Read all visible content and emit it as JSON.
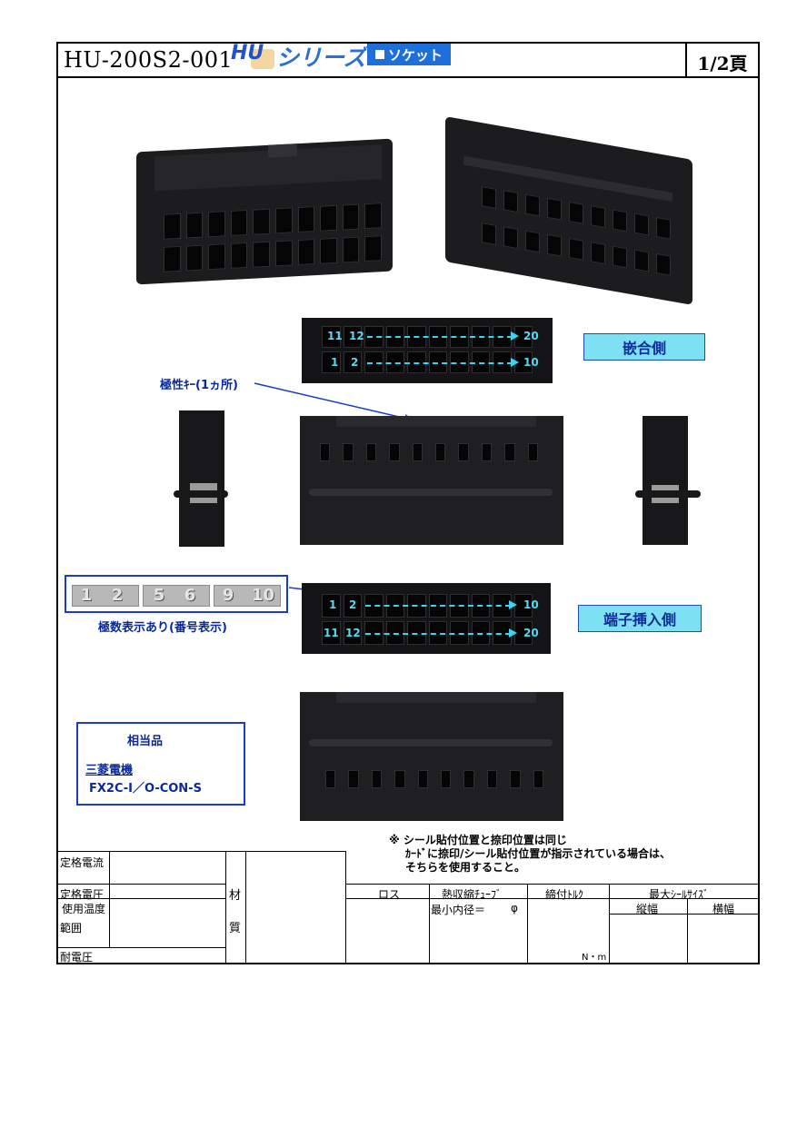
{
  "header": {
    "doc_id": "HU-200S2-001",
    "page": "1/2頁"
  },
  "series": {
    "logo": "HU",
    "name": "シリーズ",
    "type_label": "ソケット"
  },
  "labels": {
    "mating_side": "嵌合側",
    "terminal_side": "端子挿入側",
    "polarity_key": "極性ｷｰ(1ヵ所)",
    "pin_marking": "極数表示あり(番号表示)"
  },
  "pins_mating": {
    "top_start_a": "11",
    "top_start_b": "12",
    "top_end": "20",
    "bottom_start_a": "1",
    "bottom_start_b": "2",
    "bottom_end": "10"
  },
  "pins_terminal": {
    "top_start_a": "1",
    "top_start_b": "2",
    "top_end": "10",
    "bottom_start_a": "11",
    "bottom_start_b": "12",
    "bottom_end": "20"
  },
  "pin_digits": [
    "1",
    "2",
    "5",
    "6",
    "9",
    "10"
  ],
  "equivalent": {
    "title": "相当品",
    "maker": "三菱電機",
    "part": "FX2C-I／O-CON-S"
  },
  "seal_note": {
    "line1": "※ シール貼付位置と捺印位置は同じ",
    "line2": "ｶｰﾄﾞに捺印/シール貼付位置が指示されている場合は、",
    "line3": "そちらを使用すること。"
  },
  "spec_table": {
    "rated_current": "定格電流",
    "rated_voltage": "定格電圧",
    "temp_range_1": "使用温度",
    "temp_range_2": "範囲",
    "withstand_voltage": "耐電圧",
    "material_1": "材",
    "material_2": "質",
    "lot": "ロス",
    "tube": "熱収縮ﾁｭｰﾌﾞ",
    "tube_min": "最小内径＝",
    "phi": "φ",
    "torque": "締付ﾄﾙｸ",
    "torque_unit": "N・m",
    "max_seal": "最大ｼｰﾙｻｲｽﾞ",
    "vertical": "縦幅",
    "horizontal": "横幅"
  }
}
